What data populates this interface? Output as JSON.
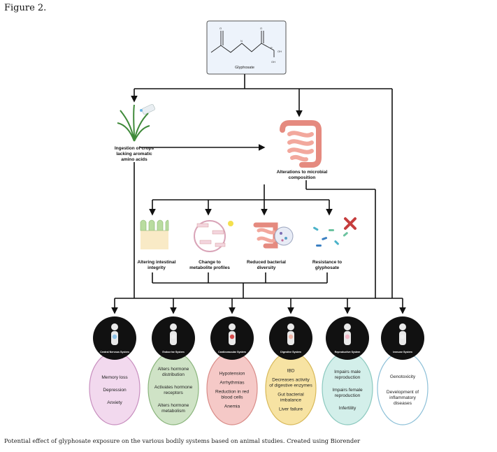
{
  "figure_title": "Figure 2.",
  "caption": "Potential effect of glyphosate exposure on the various bodily systems based on animal studies. Created using Biorender",
  "molecule": {
    "name": "Glyphosate",
    "atoms": [
      "N",
      "P",
      "OH",
      "OH",
      "O",
      "O"
    ]
  },
  "nodes": {
    "ingestion": [
      "Ingestion of crops",
      "lacking aromatic",
      "amino acids"
    ],
    "microbial": [
      "Alterations to microbial",
      "composition"
    ],
    "intestinal": [
      "Altering intestinal",
      "integrity"
    ],
    "metabolite": [
      "Change to",
      "metabolite profiles"
    ],
    "bacterial": [
      "Reduced bacterial",
      "diversity"
    ],
    "resistance": [
      "Resistance to",
      "glyphosate"
    ]
  },
  "systems": [
    {
      "name": "Central Nervous System",
      "color": "#f2d9ee",
      "border": "#c88fbf",
      "effects": [
        "Memory loss",
        "Depression",
        "Anxiety"
      ]
    },
    {
      "name": "Endocrine System",
      "color": "#cfe3c6",
      "border": "#8bb57d",
      "effects": [
        "Alters hormone distribution",
        "Activates hormone receptors",
        "Alters hormone metabolism"
      ]
    },
    {
      "name": "Cardiovascular System",
      "color": "#f5c9c7",
      "border": "#d98c88",
      "effects": [
        "Hypotension",
        "Arrhythmias",
        "Reduction in red blood cells",
        "Anemia"
      ]
    },
    {
      "name": "Digestive System",
      "color": "#f7e3a3",
      "border": "#d8b95a",
      "effects": [
        "IBD",
        "Decreases activity of digestive enzymes",
        "Gut bacterial imbalance",
        "Liver failure"
      ]
    },
    {
      "name": "Reproductive System",
      "color": "#d3efea",
      "border": "#8cc9bf",
      "effects": [
        "Impairs male reproduction",
        "Impairs female reproduction",
        "Infertility"
      ]
    },
    {
      "name": "Immune System",
      "color": "#ffffff",
      "border": "#8dc0d8",
      "effects": [
        "Genotoxicity",
        "Development of inflammatory diseases"
      ]
    }
  ]
}
